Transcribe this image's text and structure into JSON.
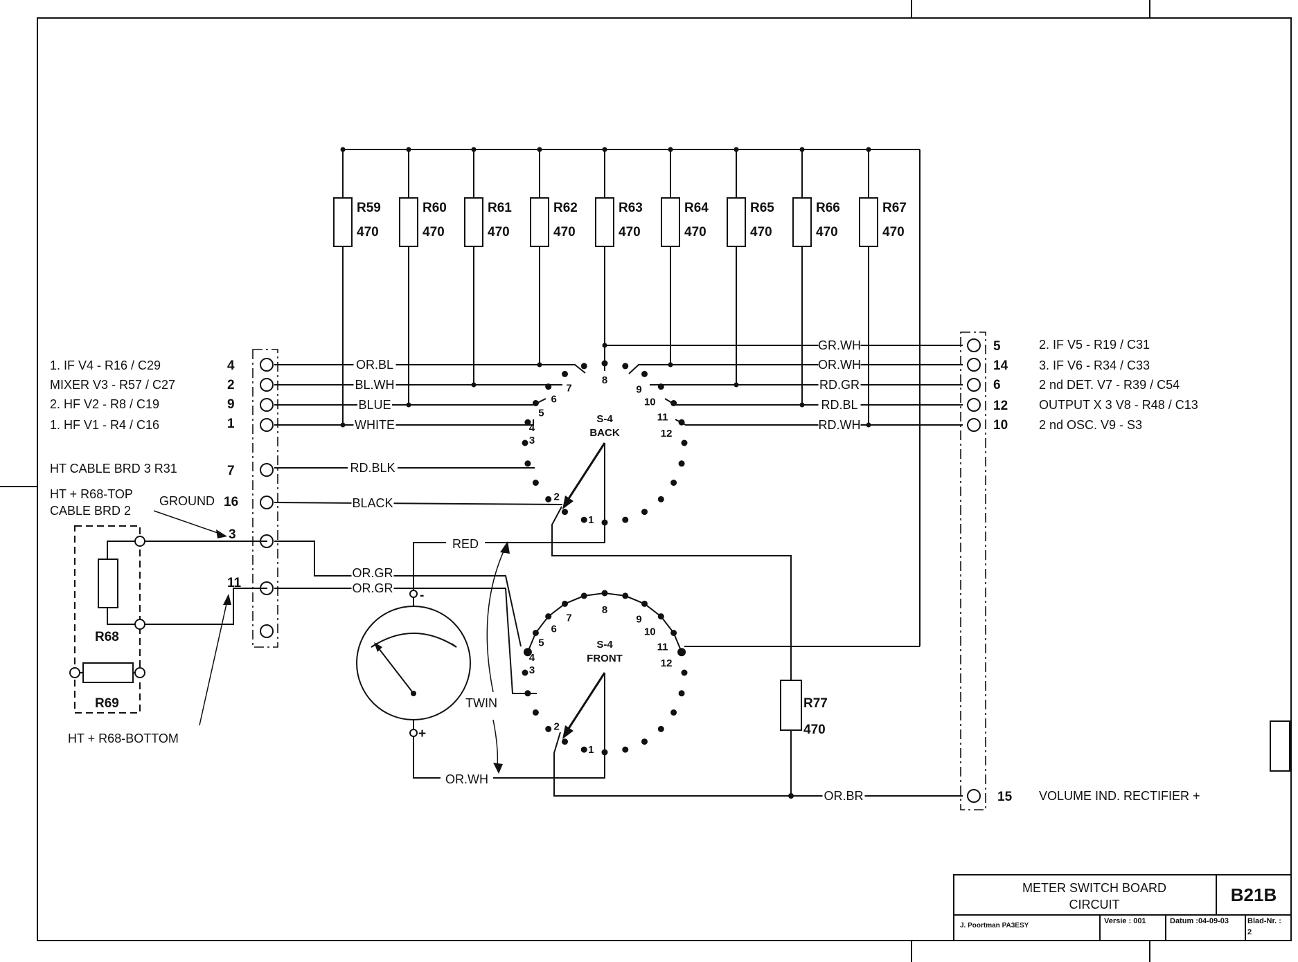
{
  "resistors_top": [
    {
      "name": "R59",
      "value": "470"
    },
    {
      "name": "R60",
      "value": "470"
    },
    {
      "name": "R61",
      "value": "470"
    },
    {
      "name": "R62",
      "value": "470"
    },
    {
      "name": "R63",
      "value": "470"
    },
    {
      "name": "R64",
      "value": "470"
    },
    {
      "name": "R65",
      "value": "470"
    },
    {
      "name": "R66",
      "value": "470"
    },
    {
      "name": "R67",
      "value": "470"
    }
  ],
  "left_labels": [
    {
      "text": "1. IF    V4 - R16 / C29",
      "pin": "4"
    },
    {
      "text": "MIXER  V3 - R57 / C27",
      "pin": "2"
    },
    {
      "text": "2. HF  V2 - R8 / C19",
      "pin": "9"
    },
    {
      "text": "1. HF  V1 - R4 / C16",
      "pin": "1"
    },
    {
      "text": "HT CABLE BRD 3 R31",
      "pin": "7"
    },
    {
      "text": "GROUND",
      "pin": "16"
    }
  ],
  "ht_top_label": [
    "HT +  R68-TOP",
    "CABLE BRD 2"
  ],
  "ht_bottom_label": "HT +  R68-BOTTOM",
  "left_pins_extra": [
    "3",
    "11"
  ],
  "left_wires": [
    "OR.BL",
    "BL.WH",
    "BLUE",
    "WHITE",
    "RD.BLK",
    "BLACK",
    "OR.GR",
    "OR.GR"
  ],
  "right_labels": [
    {
      "text": "2. IF   V5 - R19 / C31",
      "pin": "5",
      "wire": "GR.WH"
    },
    {
      "text": "3. IF   V6 - R34 / C33",
      "pin": "14",
      "wire": "OR.WH"
    },
    {
      "text": "2 nd DET.   V7 - R39 / C54",
      "pin": "6",
      "wire": "RD.GR"
    },
    {
      "text": "OUTPUT X 3   V8 - R48 / C13",
      "pin": "12",
      "wire": "RD.BL"
    },
    {
      "text": "2 nd OSC.   V9 - S3",
      "pin": "10",
      "wire": "RD.WH"
    }
  ],
  "volume_label": {
    "text": "VOLUME IND. RECTIFIER +",
    "pin": "15",
    "wire": "OR.BR"
  },
  "switch_back": {
    "name": "S-4",
    "sub": "BACK"
  },
  "switch_front": {
    "name": "S-4",
    "sub": "FRONT"
  },
  "contact_numbers": [
    "1",
    "2",
    "3",
    "4",
    "5",
    "6",
    "7",
    "8",
    "9",
    "10",
    "11",
    "12"
  ],
  "meter_wires": {
    "red": "RED",
    "or_wh": "OR.WH",
    "twin": "TWIN",
    "minus": "-",
    "plus": "+"
  },
  "r68": "R68",
  "r69": "R69",
  "r77": {
    "name": "R77",
    "value": "470"
  },
  "title_block": {
    "title_line1": "METER SWITCH BOARD",
    "title_line2": "CIRCUIT",
    "code": "B21B",
    "author": "J. Poortman   PA3ESY",
    "versie": "Versie : 001",
    "datum": "Datum :04-09-03",
    "blad": "Blad-Nr. :",
    "blad_nr": "2"
  }
}
